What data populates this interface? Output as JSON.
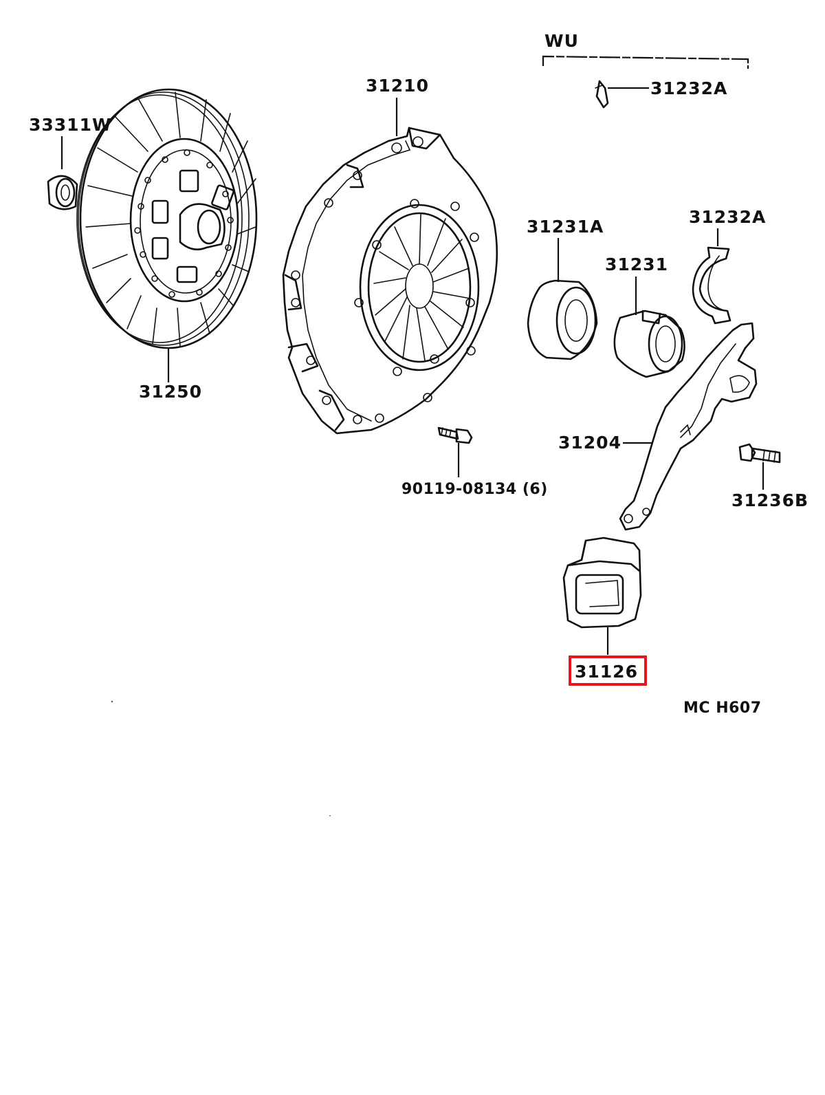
{
  "group_label": "WU",
  "parts": [
    {
      "id": "33311W",
      "label": "33311W"
    },
    {
      "id": "31250",
      "label": "31250"
    },
    {
      "id": "31210",
      "label": "31210"
    },
    {
      "id": "90119-08134",
      "label": "90119-08134 (6)"
    },
    {
      "id": "31232A-top",
      "label": "31232A"
    },
    {
      "id": "31231A",
      "label": "31231A"
    },
    {
      "id": "31232A",
      "label": "31232A"
    },
    {
      "id": "31231",
      "label": "31231"
    },
    {
      "id": "31204",
      "label": "31204"
    },
    {
      "id": "31236B",
      "label": "31236B"
    },
    {
      "id": "31126",
      "label": "31126",
      "highlighted": true
    }
  ],
  "diagram_code": "MC H607",
  "colors": {
    "line": "#111111",
    "highlight": "#e8141b",
    "background": "#ffffff"
  }
}
